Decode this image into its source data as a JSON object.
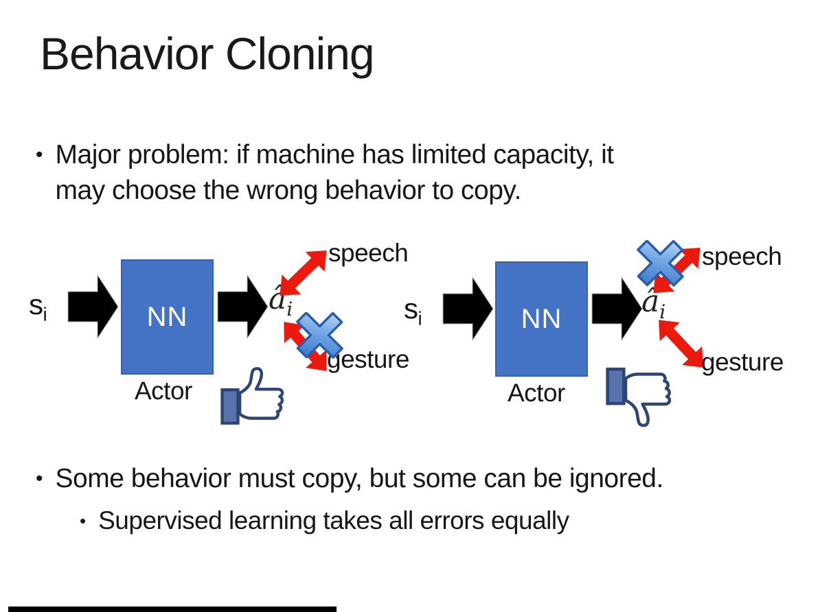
{
  "slide": {
    "title": "Behavior Cloning",
    "bullet_char": "•",
    "bullets": {
      "main1_line1": "Major problem: if machine has limited capacity, it",
      "main1_line2": "may choose the wrong behavior to copy.",
      "main2": "Some behavior must copy, but some can be ignored.",
      "sub2": "Supervised learning takes all errors equally"
    }
  },
  "diagrams": {
    "left": {
      "input": "s",
      "input_sub": "i",
      "nn": "NN",
      "actor": "Actor",
      "output": "â",
      "output_sub": "i",
      "speech": "speech",
      "gesture": "gesture",
      "cross_icon": "blue-x-cross-over-gesture",
      "feedback_icon": "thumbs-up"
    },
    "right": {
      "input": "s",
      "input_sub": "i",
      "nn": "NN",
      "actor": "Actor",
      "output": "â",
      "output_sub": "i",
      "speech": "speech",
      "gesture": "gesture",
      "cross_icon": "blue-x-cross-over-speech",
      "feedback_icon": "thumbs-down"
    }
  },
  "colors": {
    "nn_box": "#4472C4",
    "nn_box_border": "#3A62A8",
    "nn_text": "#FFFFFF",
    "block_arrow": "#000000",
    "red_arrow": "#EA1A0F",
    "cross_blue_light": "#C9E0F7",
    "cross_blue_dark": "#3D7BCE",
    "cross_border": "#2B5DA8",
    "thumb_outline": "#2D4577",
    "thumb_cuff": "#5B73AD",
    "thumb_hand": "#FFFFFF",
    "text": "#161616"
  }
}
